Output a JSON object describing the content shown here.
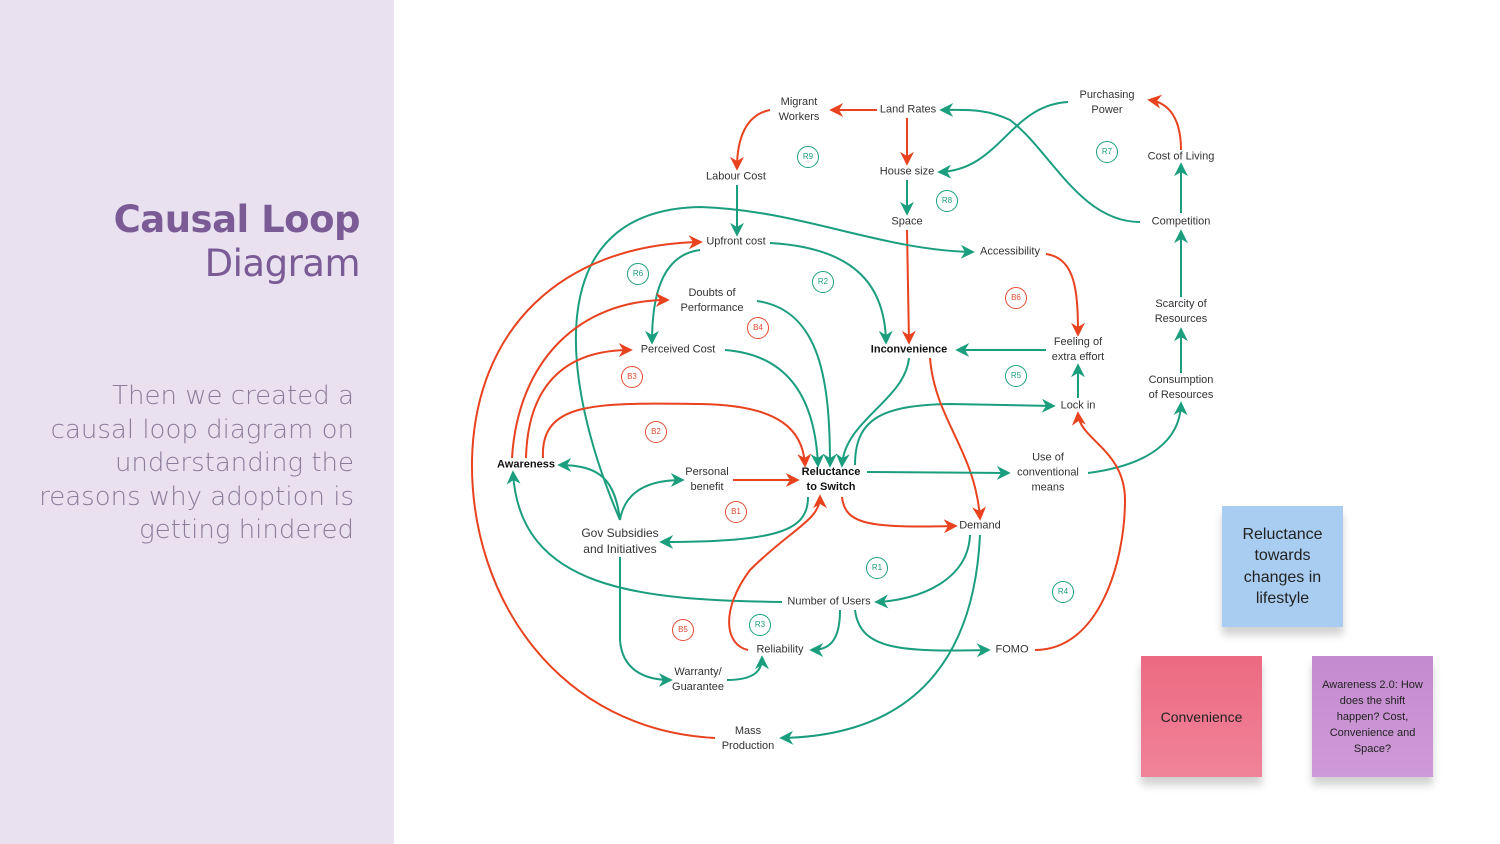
{
  "slide": {
    "title_bold": "Causal Loop",
    "title_light": "Diagram",
    "body": "Then we created a causal loop diagram on understanding the reasons why adoption is getting hindered"
  },
  "colors": {
    "reinforcing": "#1b9e7e",
    "balancing": "#e8421f",
    "sidebar": "#e9e1f0"
  },
  "nodes": {
    "migrant_workers": "Migrant\nWorkers",
    "land_rates": "Land Rates",
    "purchasing_power": "Purchasing\nPower",
    "cost_of_living": "Cost of Living",
    "labour_cost": "Labour Cost",
    "house_size": "House size",
    "space": "Space",
    "competition": "Competition",
    "upfront_cost": "Upfront cost",
    "accessibility": "Accessibility",
    "doubts": "Doubts of\nPerformance",
    "scarcity": "Scarcity of\nResources",
    "perceived_cost": "Perceived Cost",
    "inconvenience": "Inconvenience",
    "feeling_effort": "Feeling of\nextra effort",
    "consumption": "Consumption\nof Resources",
    "lock_in": "Lock in",
    "awareness": "Awareness",
    "personal_benefit": "Personal\nbenefit",
    "reluctance": "Reluctance\nto Switch",
    "use_conventional": "Use of\nconventional\nmeans",
    "gov_subsidies": "Gov Subsidies\nand Initiatives",
    "demand": "Demand",
    "number_users": "Number of Users",
    "reliability": "Reliability",
    "fomo": "FOMO",
    "warranty": "Warranty/\nGuarantee",
    "mass_production": "Mass\nProduction"
  },
  "loops": [
    {
      "id": "R9",
      "type": "reinforcing"
    },
    {
      "id": "R7",
      "type": "reinforcing"
    },
    {
      "id": "R8",
      "type": "reinforcing"
    },
    {
      "id": "R6",
      "type": "reinforcing"
    },
    {
      "id": "R2",
      "type": "reinforcing"
    },
    {
      "id": "B6",
      "type": "balancing"
    },
    {
      "id": "B4",
      "type": "balancing"
    },
    {
      "id": "B3",
      "type": "balancing"
    },
    {
      "id": "R5",
      "type": "reinforcing"
    },
    {
      "id": "B2",
      "type": "balancing"
    },
    {
      "id": "B1",
      "type": "balancing"
    },
    {
      "id": "R1",
      "type": "reinforcing"
    },
    {
      "id": "R4",
      "type": "reinforcing"
    },
    {
      "id": "B5",
      "type": "balancing"
    },
    {
      "id": "R3",
      "type": "reinforcing"
    }
  ],
  "notes": {
    "blue": "Reluctance towards changes in lifestyle",
    "pink": "Convenience",
    "purple": "Awareness 2.0: How does the shift happen? Cost, Convenience and Space?"
  }
}
